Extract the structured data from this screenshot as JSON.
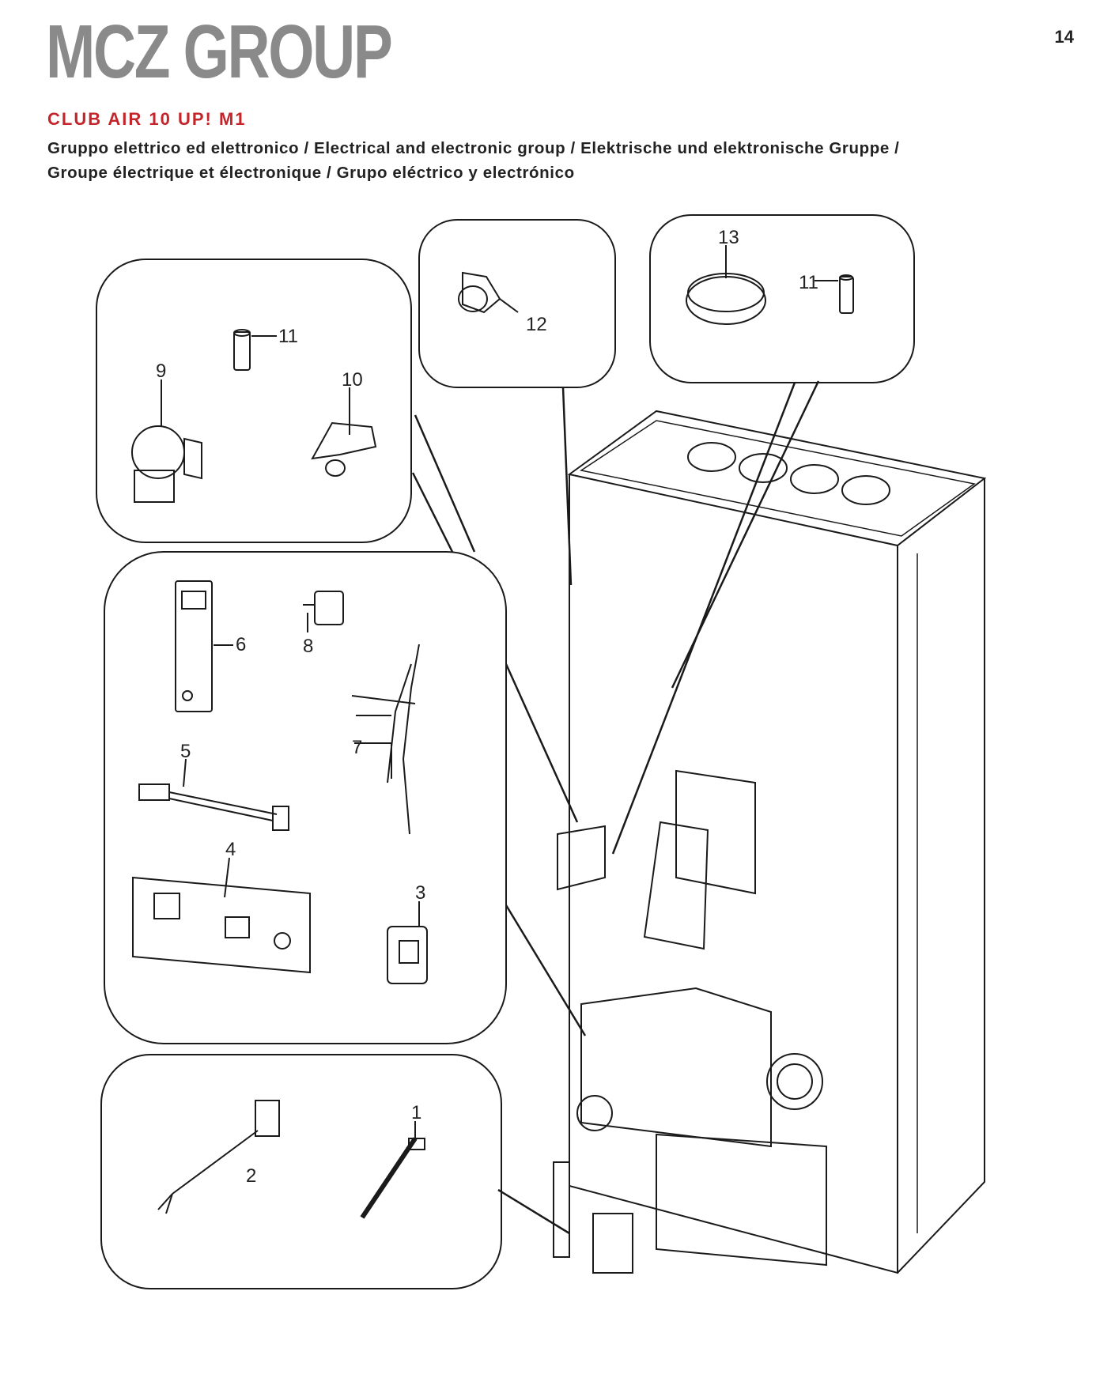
{
  "header": {
    "brand": "MCZ GROUP",
    "page_number": "14",
    "model": "CLUB AIR 10 UP! M1",
    "description_line1": "Gruppo elettrico ed elettronico / Electrical and electronic group / Elektrische und elektronische Gruppe /",
    "description_line2": "Groupe électrique et électronique / Grupo eléctrico y electrónico"
  },
  "callouts": {
    "c1": "1",
    "c2": "2",
    "c3": "3",
    "c4": "4",
    "c5": "5",
    "c6": "6",
    "c7": "7",
    "c8": "8",
    "c9": "9",
    "c10": "10",
    "c11a": "11",
    "c11b": "11",
    "c12": "12",
    "c13": "13"
  }
}
